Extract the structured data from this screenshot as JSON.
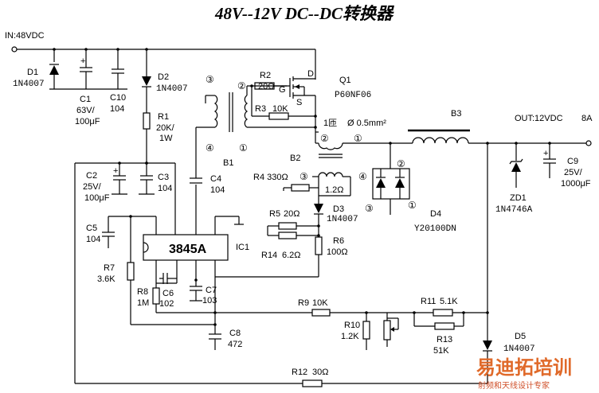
{
  "title": "48V--12V   DC--DC转换器",
  "input_label": "IN:48VDC",
  "output_label": "OUT:12VDC",
  "output_current": "8A",
  "ic": {
    "name": "3845A",
    "ref": "IC1"
  },
  "labels": {
    "D1": "D1",
    "D1v": "1N4007",
    "C1": "C1",
    "C1v": "63V/",
    "C1u": "100μF",
    "C10": "C10",
    "C10v": "104",
    "D2": "D2",
    "D2v": "1N4007",
    "R1": "R1",
    "R1v": "20K/",
    "R1w": "1W",
    "C2": "C2",
    "C2v": "25V/",
    "C2u": "100μF",
    "C3": "C3",
    "C3v": "104",
    "C4": "C4",
    "C4v": "104",
    "C5": "C5",
    "C5v": "104",
    "R7": "R7",
    "R7v": "3.6K",
    "R8": "R8",
    "R8v": "1M",
    "C6": "C6",
    "C6v": "102",
    "C7": "C7",
    "C7v": "103",
    "C8": "C8",
    "C8v": "472",
    "R2": "R2",
    "R2v": "20Ω",
    "R3": "R3",
    "R3v": "10K",
    "Q1": "Q1",
    "Q1v": "P60NF06",
    "gate": "G",
    "drain": "D",
    "source": "S",
    "B1": "B1",
    "B2": "B2",
    "B3": "B3",
    "winding": "1匝",
    "wire": "Ø 0.5mm²",
    "R4": "R4 330Ω",
    "B2sec": "1.2Ω",
    "D3": "D3",
    "D3v": "1N4007",
    "R5": "R5",
    "R5v": "20Ω",
    "R14": "R14",
    "R14v": "6.2Ω",
    "R6": "R6",
    "R6v": "100Ω",
    "R9": "R9",
    "R9v": "10K",
    "R10": "R10",
    "R10v": "1.2K",
    "R11": "R11",
    "R11v": "5.1K",
    "R13": "R13",
    "R13v": "51K",
    "R12": "R12",
    "R12v": "30Ω",
    "D4": "D4",
    "D4v": "Y20100DN",
    "D5": "D5",
    "D5v": "1N4007",
    "ZD1": "ZD1",
    "ZD1v": "1N4746A",
    "C9": "C9",
    "C9v": "25V/",
    "C9u": "1000μF",
    "p1": "①",
    "p2": "②",
    "p3": "③",
    "p4": "④"
  },
  "watermark": {
    "line1": "易迪拓培训",
    "line2": "射频和天线设计专家"
  }
}
